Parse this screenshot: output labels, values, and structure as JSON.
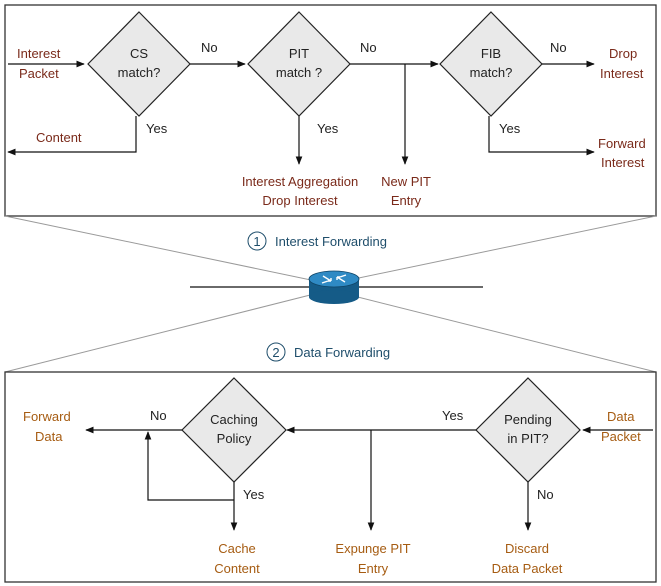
{
  "interest_panel": {
    "input_label_1": "Interest",
    "input_label_2": "Packet",
    "cs_line1": "CS",
    "cs_line2": "match?",
    "pit_line1": "PIT",
    "pit_line2": "match ?",
    "fib_line1": "FIB",
    "fib_line2": "match?",
    "no_1": "No",
    "no_2": "No",
    "no_3": "No",
    "yes_cs": "Yes",
    "yes_pit": "Yes",
    "yes_fib": "Yes",
    "content_label": "Content",
    "drop_interest_1": "Drop",
    "drop_interest_2": "Interest",
    "forward_interest_1": "Forward",
    "forward_interest_2": "Interest",
    "aggregation_1": "Interest Aggregation",
    "aggregation_2": "Drop Interest",
    "new_pit_1": "New PIT",
    "new_pit_2": "Entry"
  },
  "middle": {
    "step1_number": "1",
    "step1_label": "Interest Forwarding",
    "step2_number": "2",
    "step2_label": "Data Forwarding",
    "router_icon": "router-icon"
  },
  "data_panel": {
    "forward_data_1": "Forward",
    "forward_data_2": "Data",
    "no_cache": "No",
    "caching_line1": "Caching",
    "caching_line2": "Policy",
    "yes_cache": "Yes",
    "cache_content_1": "Cache",
    "cache_content_2": "Content",
    "expunge_1": "Expunge PIT",
    "expunge_2": "Entry",
    "yes_pending": "Yes",
    "pending_line1": "Pending",
    "pending_line2": "in PIT?",
    "no_pending": "No",
    "discard_1": "Discard",
    "discard_2": "Data Packet",
    "data_packet_1": "Data",
    "data_packet_2": "Packet"
  },
  "colors": {
    "red_label": "#7a2a1a",
    "orange_label": "#a65c12",
    "blue_label": "#1f4e6b",
    "diamond_fill": "#e9e9e9",
    "router_blue": "#1d6fa3"
  }
}
